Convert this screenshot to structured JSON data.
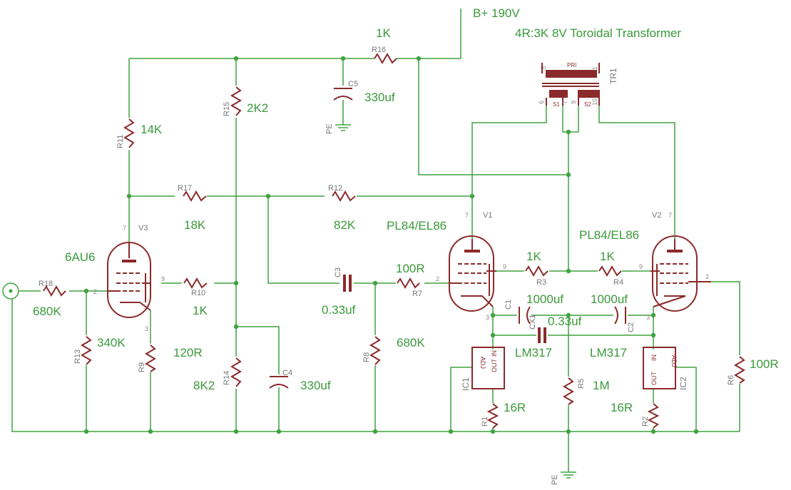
{
  "supply": "B+ 190V",
  "transformer_desc": "4R:3K 8V Toroidal Transformer",
  "ground_label": "PE",
  "tubes": {
    "v3": {
      "ref": "V3",
      "type": "6AU6",
      "pins": [
        "7",
        "2",
        "9",
        "3"
      ]
    },
    "v1": {
      "ref": "V1",
      "type": "PL84/EL86",
      "pins": [
        "7",
        "2",
        "9",
        "3"
      ]
    },
    "v2": {
      "ref": "V2",
      "type": "PL84/EL86",
      "pins": [
        "7",
        "2",
        "9",
        "3"
      ]
    }
  },
  "resistors": {
    "r16": {
      "ref": "R16",
      "value": "1K"
    },
    "r15": {
      "ref": "R15",
      "value": "2K2"
    },
    "r11": {
      "ref": "R11",
      "value": "14K"
    },
    "r17": {
      "ref": "R17",
      "value": "18K"
    },
    "r12": {
      "ref": "R12",
      "value": "82K"
    },
    "r18": {
      "ref": "R18",
      "value": "680K"
    },
    "r10": {
      "ref": "R10",
      "value": "1K"
    },
    "r13": {
      "ref": "R13",
      "value": "340K"
    },
    "r9": {
      "ref": "R9",
      "value": "120R"
    },
    "r14": {
      "ref": "R14",
      "value": "8K2"
    },
    "r7": {
      "ref": "R7",
      "value": "100R"
    },
    "r8": {
      "ref": "R8",
      "value": "680K"
    },
    "r3": {
      "ref": "R3",
      "value": "1K"
    },
    "r4": {
      "ref": "R4",
      "value": "1K"
    },
    "r5": {
      "ref": "R5",
      "value": "1M"
    },
    "r6": {
      "ref": "R6",
      "value": "100R"
    },
    "r1": {
      "ref": "R1",
      "value": "16R"
    },
    "r2": {
      "ref": "R2",
      "value": "16R"
    }
  },
  "capacitors": {
    "c5": {
      "ref": "C5",
      "value": "330uf"
    },
    "c3": {
      "ref": "C3",
      "value": "0.33uf"
    },
    "c4": {
      "ref": "C4",
      "value": "330uf"
    },
    "c1": {
      "ref": "C1",
      "value": "1000uf"
    },
    "c2": {
      "ref": "C2",
      "value": "1000uf"
    },
    "cx1": {
      "ref": "CX1",
      "value": "0.33uf"
    }
  },
  "regulators": {
    "ic1": {
      "ref": "IC1",
      "type": "LM317",
      "adj": "ADJ",
      "out": "OUT",
      "in": "IN"
    },
    "ic2": {
      "ref": "IC2",
      "type": "LM317",
      "adj": "ADJ",
      "out": "OUT",
      "in": "IN"
    }
  },
  "transformer": {
    "ref": "TR1",
    "pri": "PRI",
    "s1": "S1",
    "s2": "S2",
    "pins": [
      "5",
      "1",
      "6",
      "7",
      "9",
      "10"
    ]
  }
}
